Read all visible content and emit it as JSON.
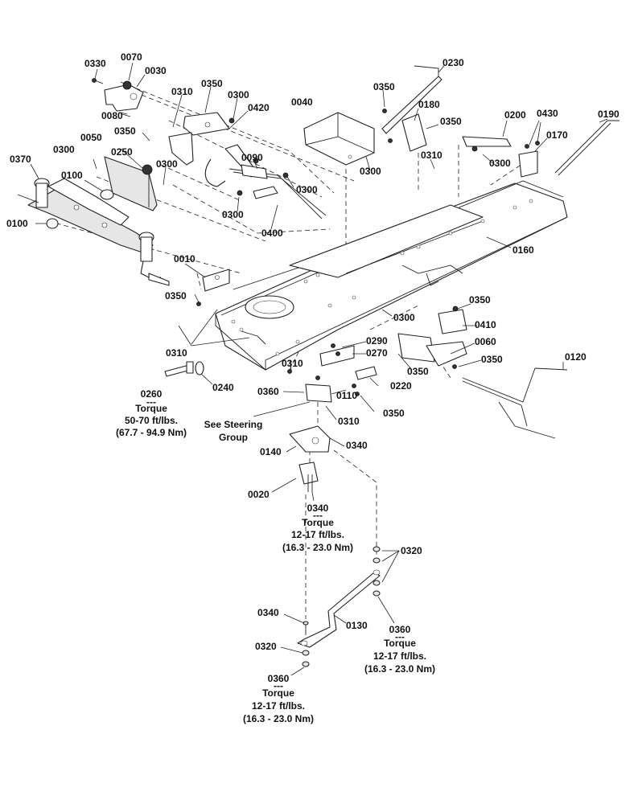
{
  "callouts": [
    {
      "id": "c0330",
      "text": "0330"
    },
    {
      "id": "c0070",
      "text": "0070"
    },
    {
      "id": "c0030",
      "text": "0030"
    },
    {
      "id": "c0080",
      "text": "0080"
    },
    {
      "id": "c0310a",
      "text": "0310"
    },
    {
      "id": "c0350a",
      "text": "0350"
    },
    {
      "id": "c0300a",
      "text": "0300"
    },
    {
      "id": "c0420",
      "text": "0420"
    },
    {
      "id": "c0350b",
      "text": "0350"
    },
    {
      "id": "c0050",
      "text": "0050"
    },
    {
      "id": "c0300b",
      "text": "0300"
    },
    {
      "id": "c0250",
      "text": "0250"
    },
    {
      "id": "c0370",
      "text": "0370"
    },
    {
      "id": "c0300c",
      "text": "0300"
    },
    {
      "id": "c0100a",
      "text": "0100"
    },
    {
      "id": "c0090",
      "text": "0090"
    },
    {
      "id": "c0300d",
      "text": "0300"
    },
    {
      "id": "c0300e",
      "text": "0300"
    },
    {
      "id": "c0100b",
      "text": "0100"
    },
    {
      "id": "c0400",
      "text": "0400"
    },
    {
      "id": "c0040",
      "text": "0040"
    },
    {
      "id": "c0350c",
      "text": "0350"
    },
    {
      "id": "c0300f",
      "text": "0300"
    },
    {
      "id": "c0230",
      "text": "0230"
    },
    {
      "id": "c0180",
      "text": "0180"
    },
    {
      "id": "c0350d",
      "text": "0350"
    },
    {
      "id": "c0310b",
      "text": "0310"
    },
    {
      "id": "c0200",
      "text": "0200"
    },
    {
      "id": "c0430",
      "text": "0430"
    },
    {
      "id": "c0190",
      "text": "0190"
    },
    {
      "id": "c0170",
      "text": "0170"
    },
    {
      "id": "c0300g",
      "text": "0300"
    },
    {
      "id": "c0160",
      "text": "0160"
    },
    {
      "id": "c0010",
      "text": "0010"
    },
    {
      "id": "c0350e",
      "text": "0350"
    },
    {
      "id": "c0300h",
      "text": "0300"
    },
    {
      "id": "c0350f",
      "text": "0350"
    },
    {
      "id": "c0410",
      "text": "0410"
    },
    {
      "id": "c0060",
      "text": "0060"
    },
    {
      "id": "c0350g",
      "text": "0350"
    },
    {
      "id": "c0120",
      "text": "0120"
    },
    {
      "id": "c0290",
      "text": "0290"
    },
    {
      "id": "c0270",
      "text": "0270"
    },
    {
      "id": "c0350h",
      "text": "0350"
    },
    {
      "id": "c0310c",
      "text": "0310"
    },
    {
      "id": "c0310d",
      "text": "0310"
    },
    {
      "id": "c0220",
      "text": "0220"
    },
    {
      "id": "c0240",
      "text": "0240"
    },
    {
      "id": "c0360a",
      "text": "0360"
    },
    {
      "id": "c0110",
      "text": "0110"
    },
    {
      "id": "c0350i",
      "text": "0350"
    },
    {
      "id": "c0310e",
      "text": "0310"
    },
    {
      "id": "c0140",
      "text": "0140"
    },
    {
      "id": "c0340a",
      "text": "0340"
    },
    {
      "id": "c0020",
      "text": "0020"
    },
    {
      "id": "c0320a",
      "text": "0320"
    },
    {
      "id": "c0340c",
      "text": "0340"
    },
    {
      "id": "c0130",
      "text": "0130"
    },
    {
      "id": "c0320b",
      "text": "0320"
    }
  ],
  "notes": {
    "n0260": {
      "num": "0260",
      "sep": "---",
      "label": "Torque",
      "value": "50-70 ft/lbs.",
      "metric": "(67.7 - 94.9 Nm)"
    },
    "n0340": {
      "num": "0340",
      "sep": "---",
      "label": "Torque",
      "value": "12-17 ft/lbs.",
      "metric": "(16.3 - 23.0 Nm)"
    },
    "n0360r": {
      "num": "0360",
      "sep": "---",
      "label": "Torque",
      "value": "12-17 ft/lbs.",
      "metric": "(16.3 - 23.0 Nm)"
    },
    "n0360b": {
      "num": "0360",
      "sep": "---",
      "label": "Torque",
      "value": "12-17 ft/lbs.",
      "metric": "(16.3 - 23.0 Nm)"
    }
  },
  "see_steering": {
    "line1": "See Steering",
    "line2": "Group"
  }
}
